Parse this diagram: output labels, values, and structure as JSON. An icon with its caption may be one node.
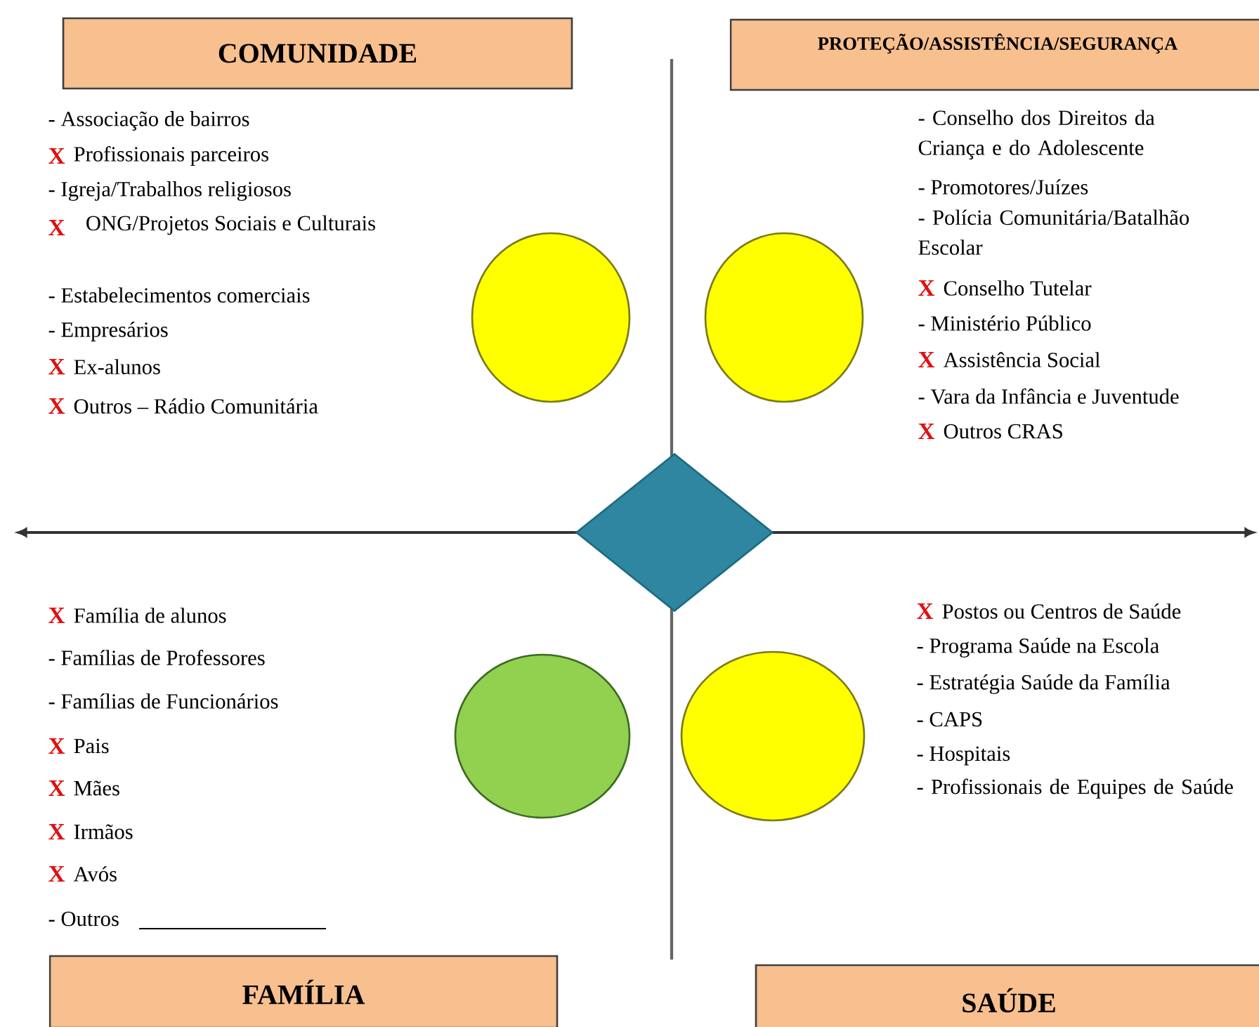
{
  "diagram": {
    "nodes": [
      {
        "text": [
          "COMUNIDADE"
        ]
      },
      {
        "text": [
          "PROTEÇÃO/ASSISTÊNCIA/SEGURANÇA"
        ]
      },
      {
        "text": [],
        "shape": "circle"
      },
      {
        "text": [],
        "shape": "circle"
      },
      {
        "text": [],
        "shape": "diamond"
      },
      {
        "text": [],
        "shape": "circle"
      },
      {
        "text": [],
        "shape": "circle"
      },
      {
        "text": [
          "FAMÍLIA"
        ]
      },
      {
        "text": [
          "SAÚDE"
        ]
      }
    ],
    "labels": [
      "- Associação de bairros",
      "X",
      "Profissionais parceiros",
      "- Igreja/Trabalhos religiosos",
      "X",
      "ONG/Projetos Sociais e Culturais",
      "- Estabelecimentos comerciais",
      "- Empresários",
      "X",
      "Ex-alunos",
      "X",
      "Outros – Rádio Comunitária",
      "- Conselho dos Direitos da Criança e do Adolescente",
      "- Promotores/Juízes",
      "- Polícia Comunitária/Batalhão Escolar",
      "X",
      "Conselho Tutelar",
      "- Ministério Público",
      "X",
      "Assistência Social",
      "- Vara da Infância e Juventude",
      "X",
      "Outros CRAS",
      "X",
      "Família de alunos",
      "- Famílias de Professores",
      "- Famílias de Funcionários",
      "X",
      "Pais",
      "X",
      "Mães",
      "X",
      "Irmãos",
      "X",
      "Avós",
      "- Outros",
      "X",
      "Postos ou Centros de Saúde",
      "- Programa Saúde na Escola",
      "- Estratégia Saúde da Família",
      "- CAPS",
      "- Hospitais",
      "- Profissionais de Equipes de Saúde"
    ]
  }
}
